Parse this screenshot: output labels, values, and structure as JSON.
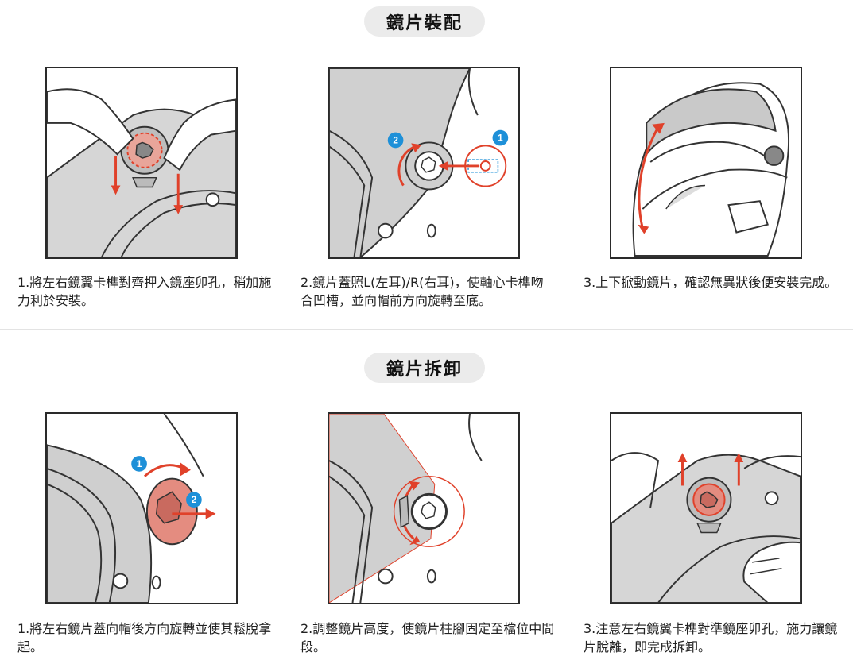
{
  "sections": [
    {
      "title": "鏡片裝配",
      "steps": [
        {
          "caption": "1.將左右鏡翼卡榫對齊押入鏡座卯孔，稍加施力利於安裝。"
        },
        {
          "caption": "2.鏡片蓋照L(左耳)/R(右耳)，使軸心卡榫吻合凹槽，並向帽前方向旋轉至底。",
          "markers": [
            "2",
            "1"
          ]
        },
        {
          "caption": "3.上下掀動鏡片，確認無異狀後便安裝完成。"
        }
      ]
    },
    {
      "title": "鏡片拆卸",
      "steps": [
        {
          "caption": "1.將左右鏡片蓋向帽後方向旋轉並使其鬆脫拿起。",
          "markers": [
            "1",
            "2"
          ]
        },
        {
          "caption": "2.調整鏡片高度，使鏡片柱腳固定至檔位中間段。"
        },
        {
          "caption": "3.注意左右鏡翼卡榫對準鏡座卯孔，施力讓鏡片脫離，即完成拆卸。"
        }
      ]
    }
  ],
  "colors": {
    "accent_red": "#e0412a",
    "marker_blue": "#1e90d8",
    "shade_gray": "#cfcfcf",
    "pill_bg": "#ebebeb"
  }
}
